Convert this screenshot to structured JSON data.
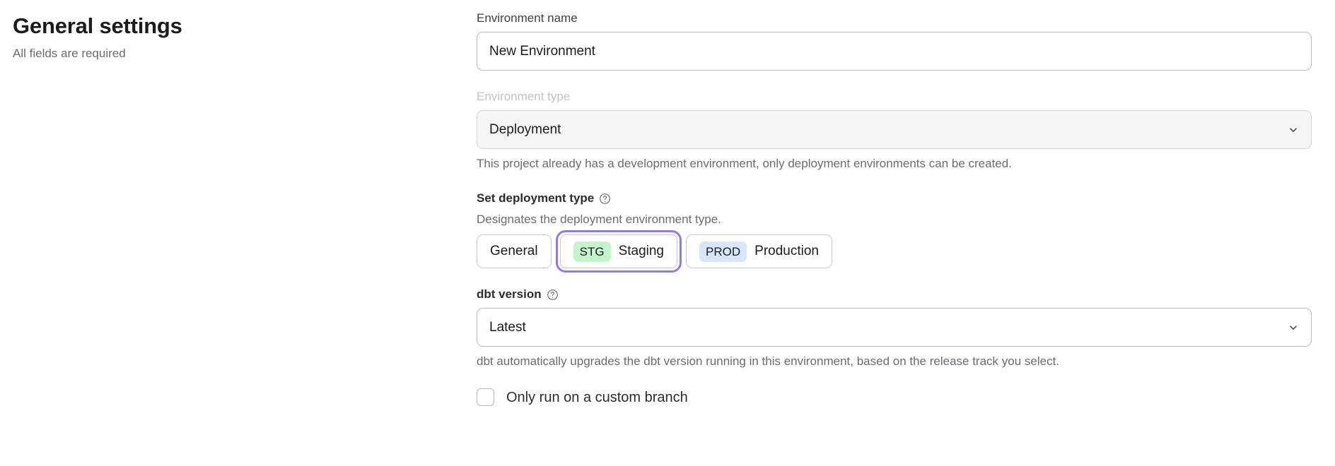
{
  "page": {
    "title": "General settings",
    "subtitle": "All fields are required"
  },
  "form": {
    "environment_name": {
      "label": "Environment name",
      "value": "New Environment",
      "placeholder": "Environment name"
    },
    "environment_type": {
      "label": "Environment type",
      "value": "Deployment",
      "disabled": true,
      "help_text": "This project already has a development environment, only deployment environments can be created.",
      "chevron_icon": "chevron-down-icon"
    },
    "deployment_type": {
      "label": "Set deployment type",
      "help_icon": "question-circle-icon",
      "description": "Designates the deployment environment type.",
      "selected": "Staging",
      "options": [
        {
          "label": "General",
          "badge": null,
          "badge_color": null,
          "selected": false
        },
        {
          "label": "Staging",
          "badge": "STG",
          "badge_color": "#c3f5cd",
          "selected": true
        },
        {
          "label": "Production",
          "badge": "PROD",
          "badge_color": "#d7e7fb",
          "selected": false
        }
      ]
    },
    "dbt_version": {
      "label": "dbt version",
      "help_icon": "question-circle-icon",
      "value": "Latest",
      "chevron_icon": "chevron-down-icon",
      "help_text": "dbt automatically upgrades the dbt version running in this environment, based on the release track you select."
    },
    "custom_branch": {
      "label": "Only run on a custom branch",
      "checked": false
    }
  },
  "colors": {
    "focus_ring": "#8b7bf2",
    "staging_badge": "#c3f5cd",
    "production_badge": "#d7e7fb",
    "disabled_label": "#c2c2c8",
    "muted_text": "#6b6b73"
  }
}
